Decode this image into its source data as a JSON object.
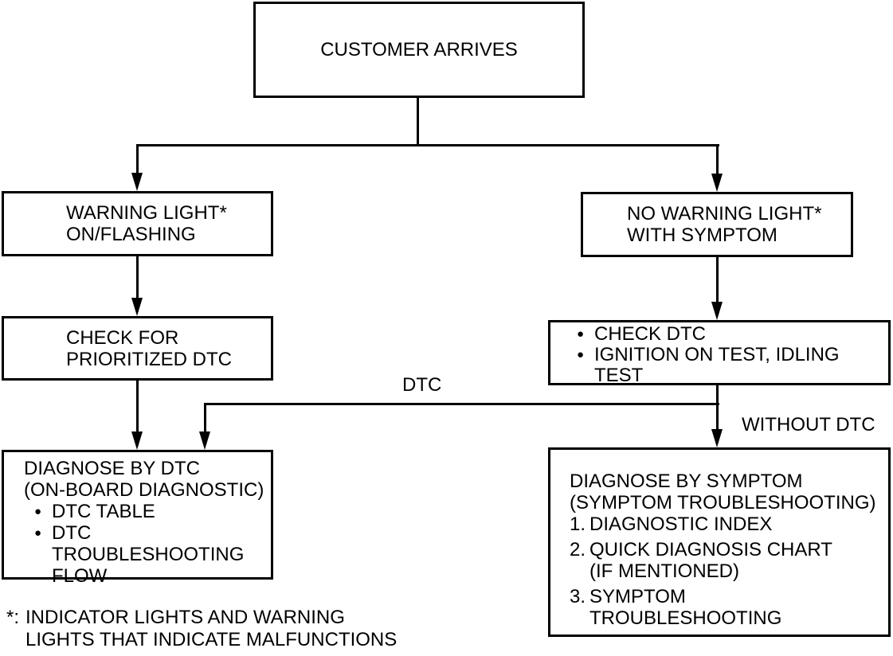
{
  "glyphs": {
    "bullet": "●"
  },
  "colors": {
    "line": "#000000",
    "background": "#ffffff",
    "text": "#000000"
  },
  "flowchart": {
    "customer_arrives": {
      "label": "CUSTOMER ARRIVES"
    },
    "warning_light": {
      "lines": [
        "WARNING LIGHT*",
        "ON/FLASHING"
      ]
    },
    "no_warning_light": {
      "lines": [
        "NO WARNING LIGHT*",
        "WITH SYMPTOM"
      ]
    },
    "check_prioritized_dtc": {
      "lines": [
        "CHECK FOR",
        "PRIORITIZED DTC"
      ]
    },
    "check_dtc": {
      "bullets": [
        {
          "lines": [
            "CHECK DTC"
          ]
        },
        {
          "lines": [
            "IGNITION ON TEST, IDLING",
            "TEST"
          ]
        }
      ]
    },
    "diagnose_by_dtc": {
      "header_lines": [
        "DIAGNOSE BY DTC",
        "(ON-BOARD DIAGNOSTIC)"
      ],
      "bullets": [
        {
          "lines": [
            "DTC TABLE"
          ]
        },
        {
          "lines": [
            "DTC",
            "TROUBLESHOOTING",
            "FLOW"
          ]
        }
      ]
    },
    "diagnose_by_symptom": {
      "header_lines": [
        "DIAGNOSE BY SYMPTOM",
        "(SYMPTOM TROUBLESHOOTING)"
      ],
      "items": [
        {
          "num": "1.",
          "lines": [
            "DIAGNOSTIC INDEX"
          ]
        },
        {
          "num": "2.",
          "lines": [
            "QUICK DIAGNOSIS CHART",
            "(IF MENTIONED)"
          ]
        },
        {
          "num": "3.",
          "lines": [
            "SYMPTOM",
            "TROUBLESHOOTING"
          ]
        }
      ]
    },
    "edge_labels": {
      "dtc": "DTC",
      "without_dtc": "WITHOUT DTC"
    },
    "footnote": {
      "marker": "*:",
      "lines": [
        "INDICATOR LIGHTS AND WARNING",
        "LIGHTS THAT INDICATE MALFUNCTIONS"
      ]
    }
  }
}
